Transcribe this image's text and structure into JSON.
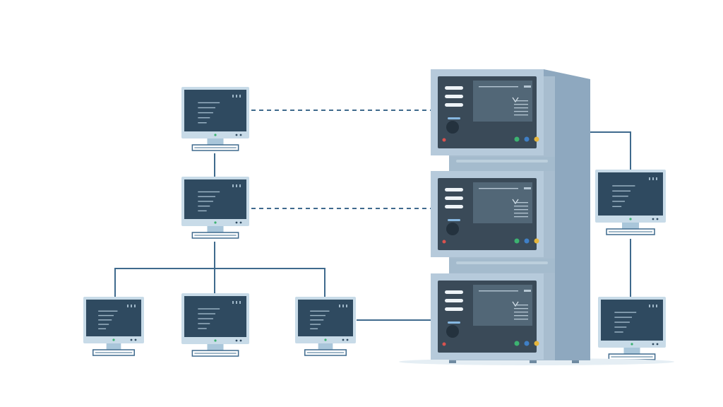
{
  "colors": {
    "background": "#ffffff",
    "connector": "#3f6a8d",
    "monitor_frame": "#c8dbe8",
    "monitor_screen": "#2f4a60",
    "monitor_screen_lines": "#9fb7c8",
    "server_body": "#b6cadb",
    "server_side": "#8ea8bf",
    "server_panel": "#3a4a58",
    "server_panel_screen": "#526777",
    "led_green": "#3cb371",
    "led_blue": "#3f7fc6",
    "led_yellow": "#e6b63c",
    "led_red": "#d9534f",
    "shadow": "#e5eef4"
  },
  "nodes": {
    "workstations": [
      {
        "id": "client-top",
        "icon": "desktop-monitor-icon"
      },
      {
        "id": "client-middle",
        "icon": "desktop-monitor-icon"
      },
      {
        "id": "client-bottom-left",
        "icon": "desktop-monitor-icon"
      },
      {
        "id": "client-bottom-center",
        "icon": "desktop-monitor-icon"
      },
      {
        "id": "client-bottom-right",
        "icon": "desktop-monitor-icon"
      },
      {
        "id": "remote-top",
        "icon": "desktop-monitor-icon"
      },
      {
        "id": "remote-bottom",
        "icon": "desktop-monitor-icon"
      }
    ],
    "server_rack": {
      "icon": "server-rack-icon",
      "units": [
        {
          "id": "server-unit-top"
        },
        {
          "id": "server-unit-middle"
        },
        {
          "id": "server-unit-bottom"
        }
      ]
    }
  },
  "edges": [
    {
      "from": "client-top",
      "to": "server-unit-top",
      "style": "dashed"
    },
    {
      "from": "client-middle",
      "to": "server-unit-middle",
      "style": "dashed"
    },
    {
      "from": "client-bottom-right",
      "to": "server-unit-bottom",
      "style": "solid"
    },
    {
      "from": "client-top",
      "to": "client-middle",
      "style": "solid"
    },
    {
      "from": "client-middle",
      "to": "client-bottom-left",
      "style": "solid"
    },
    {
      "from": "client-middle",
      "to": "client-bottom-center",
      "style": "solid"
    },
    {
      "from": "client-middle",
      "to": "client-bottom-right",
      "style": "solid"
    },
    {
      "from": "server-rack",
      "to": "remote-top",
      "style": "solid"
    },
    {
      "from": "remote-top",
      "to": "remote-bottom",
      "style": "solid"
    }
  ]
}
